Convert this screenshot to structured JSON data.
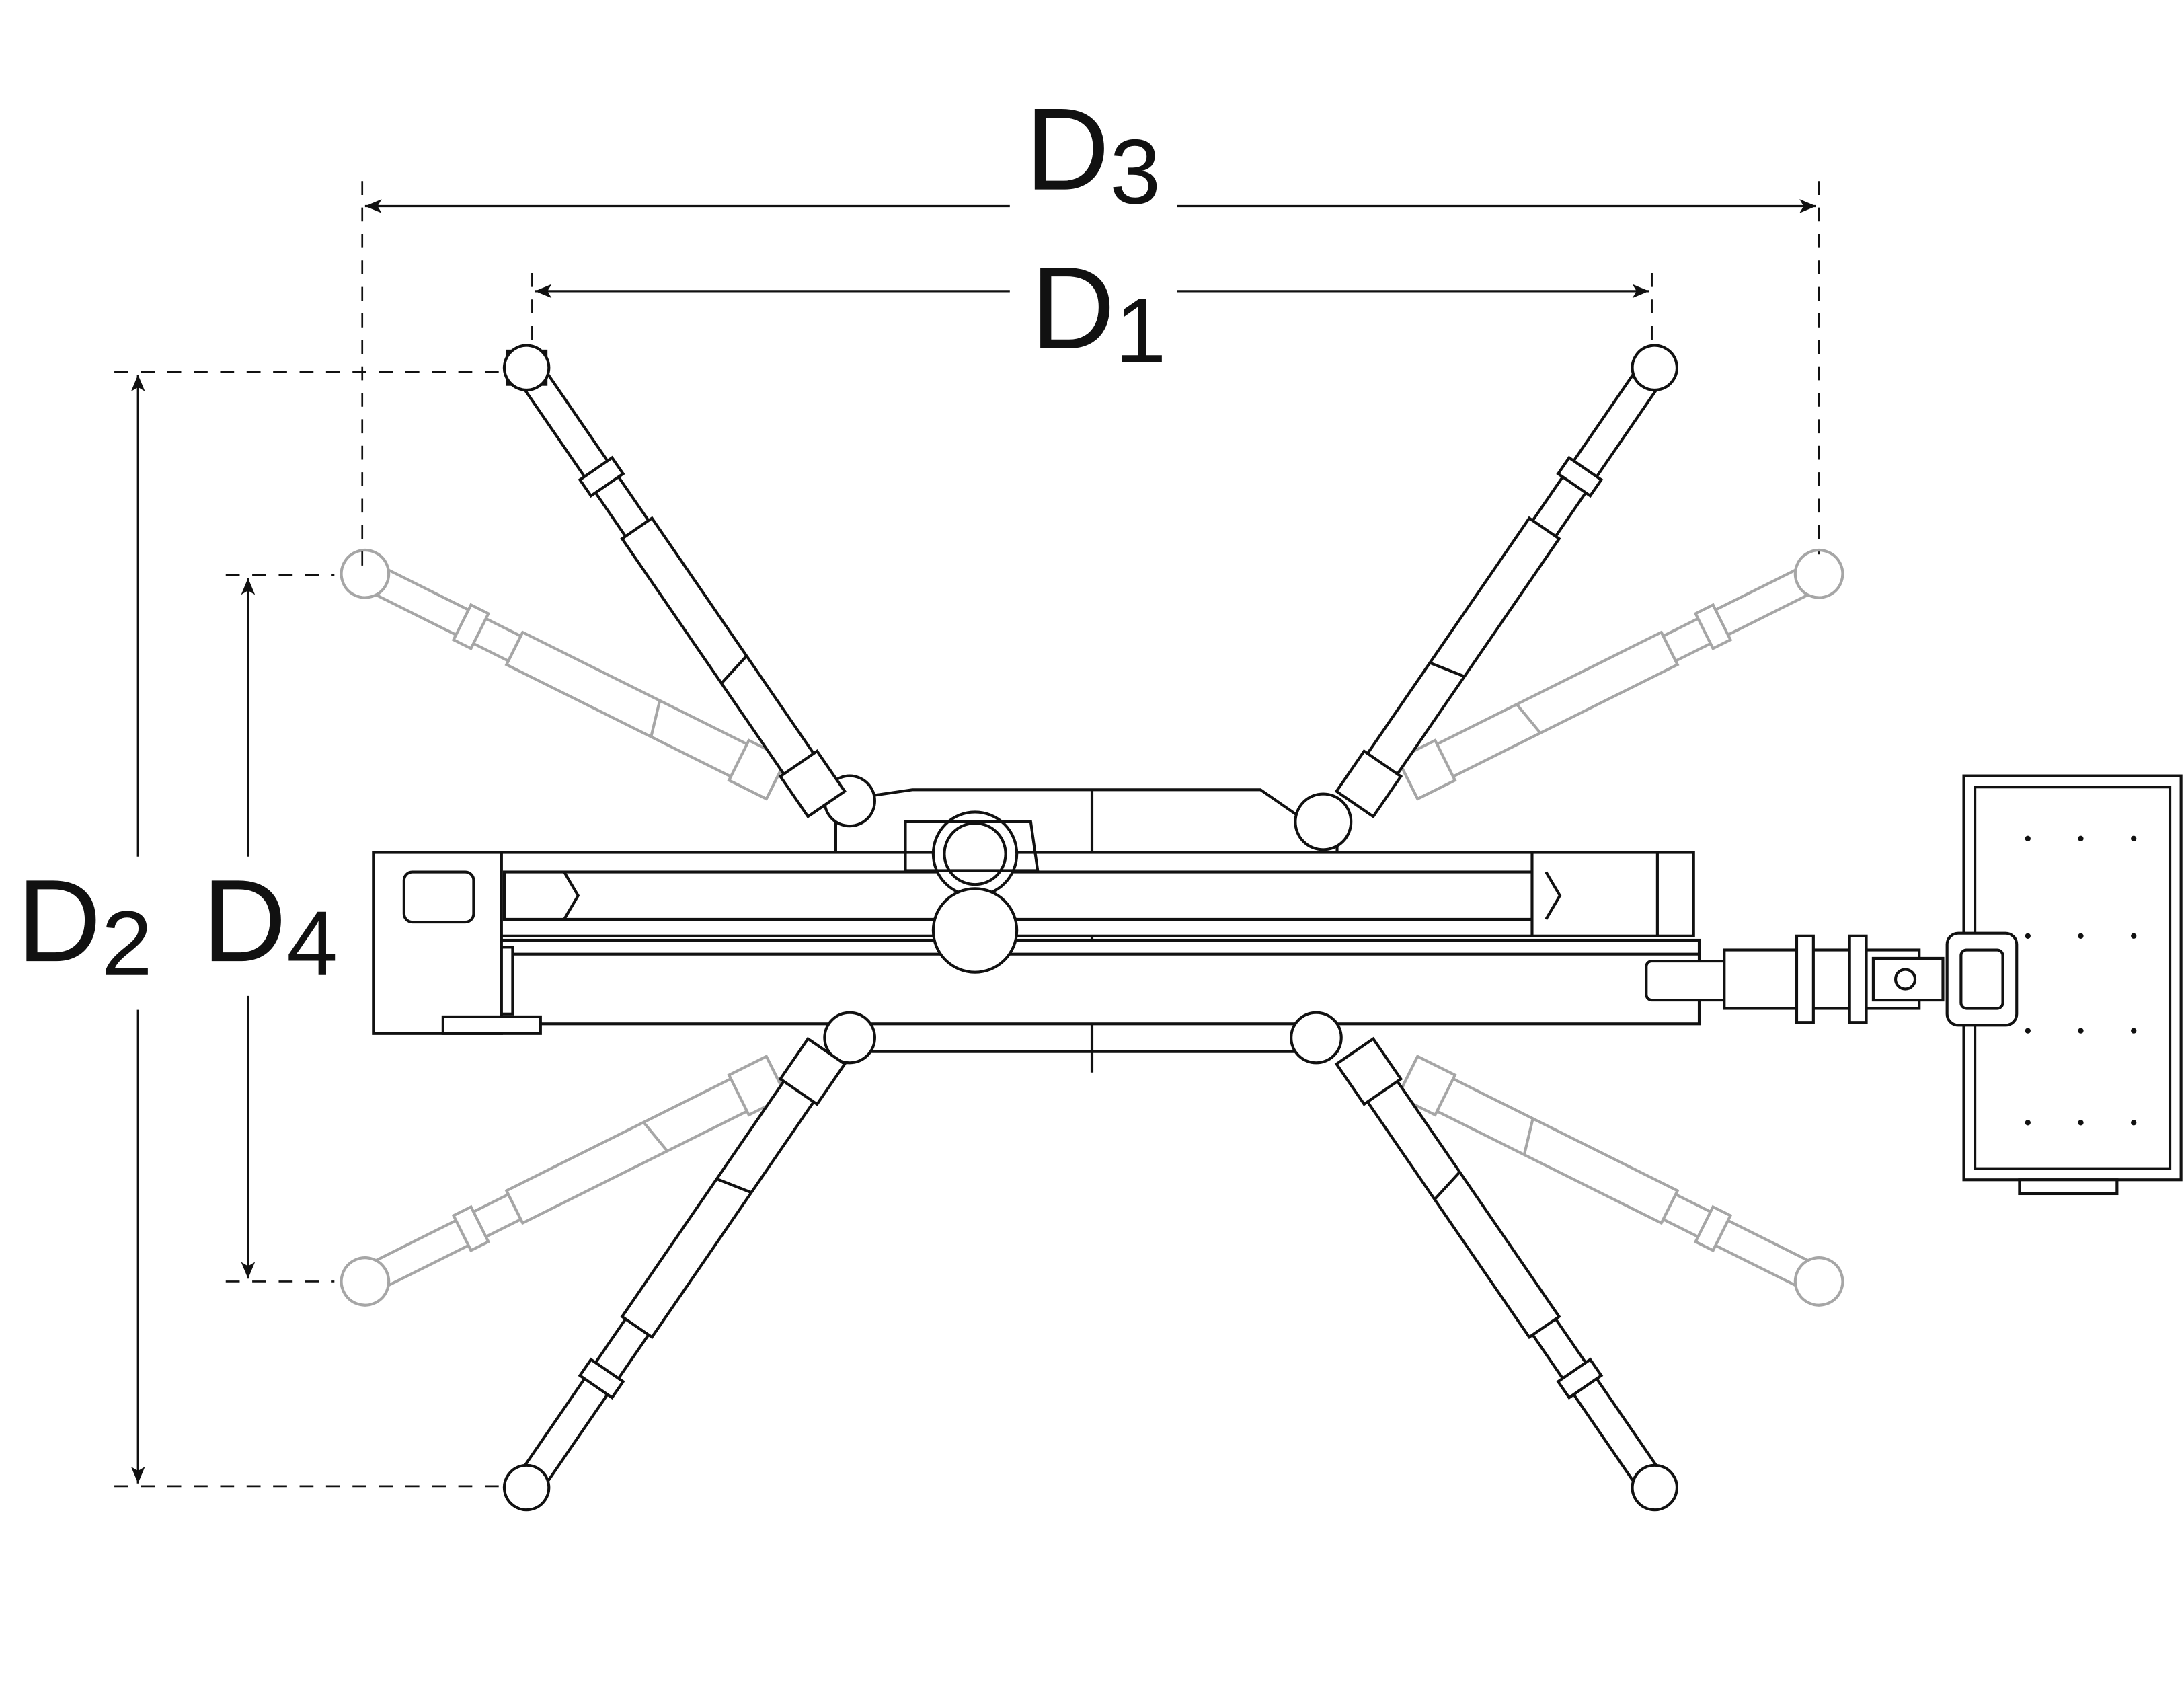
{
  "colors": {
    "line": "#111111",
    "ghost": "#a6a6a6",
    "background": "#ffffff"
  },
  "dimensions": {
    "d1": {
      "main": "D",
      "sub": "1"
    },
    "d2": {
      "main": "D",
      "sub": "2"
    },
    "d3": {
      "main": "D",
      "sub": "3"
    },
    "d4": {
      "main": "D",
      "sub": "4"
    }
  }
}
